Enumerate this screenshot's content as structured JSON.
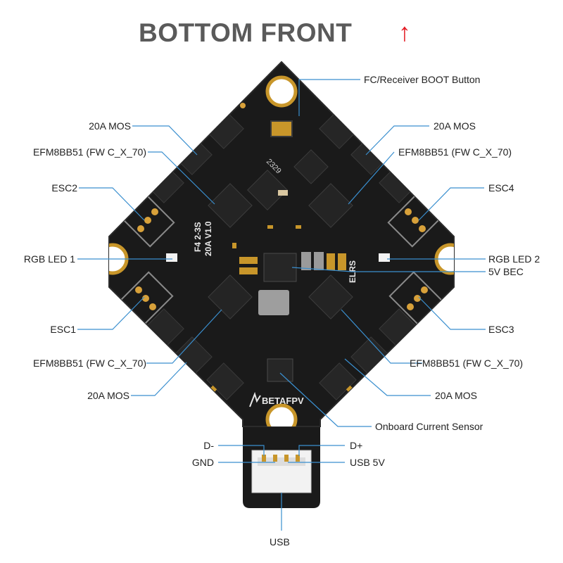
{
  "title": "BOTTOM FRONT",
  "title_arrow": "↑",
  "colors": {
    "accent_red": "#e31b23",
    "leader_blue": "#3a8fcf",
    "pcb": "#1a1a1a",
    "pad": "#c8962a"
  },
  "labels": {
    "boot_button": "FC/Receiver BOOT Button",
    "mos_tl": "20A MOS",
    "mos_tr": "20A MOS",
    "mos_bl": "20A MOS",
    "mos_br": "20A MOS",
    "efm_tl": "EFM8BB51 (FW  C_X_70)",
    "efm_tr": "EFM8BB51 (FW  C_X_70)",
    "efm_bl": "EFM8BB51 (FW  C_X_70)",
    "efm_br": "EFM8BB51 (FW  C_X_70)",
    "esc1": "ESC1",
    "esc2": "ESC2",
    "esc3": "ESC3",
    "esc4": "ESC4",
    "rgb1": "RGB LED 1",
    "rgb2": "RGB LED 2",
    "bec": "5V BEC",
    "current_sensor": "Onboard Current Sensor",
    "d_minus": "D-",
    "d_plus": "D+",
    "gnd": "GND",
    "usb5v": "USB 5V",
    "usb": "USB"
  },
  "board_text": {
    "model": "F4 2-3S",
    "version": "20A V1.0",
    "elrs": "ELRS",
    "brand": "BETAFPV",
    "ident": "2329"
  }
}
